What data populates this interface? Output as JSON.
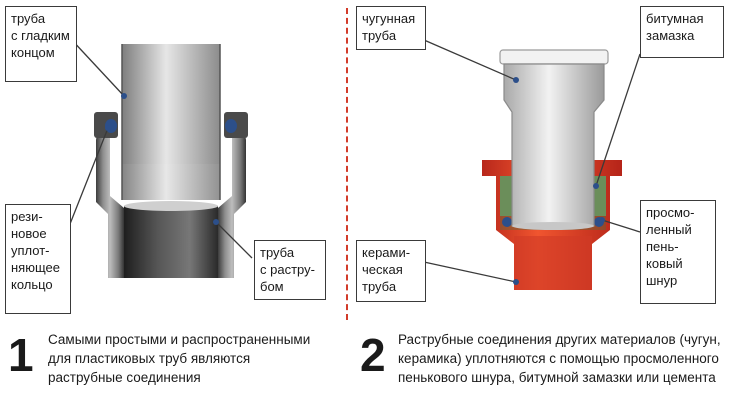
{
  "left": {
    "labels": {
      "smooth_pipe": "труба\nс гладким\nконцом",
      "rubber_ring": "рези-\nновое\nуплот-\nняющее\nкольцо",
      "socket_pipe": "труба\nс растру-\nбом"
    },
    "number": "1",
    "caption": "Самыми простыми и распространенными\nдля пластиковых труб являются\nраструбные соединения"
  },
  "right": {
    "labels": {
      "cast_iron": "чугунная\nтруба",
      "bitumen": "битумная\nзамазка",
      "ceramic": "керами-\nческая\nтруба",
      "hemp_cord": "просмо-\nленный\nпень-\nковый\nшнур"
    },
    "number": "2",
    "caption": "Раструбные соединения других материалов (чугун,\nкерамика) уплотняются с помощью просмоленного\nпенькового шнура, битумной замазки или цемента"
  },
  "colors": {
    "accent_red": "#d23b2a",
    "gasket_blue": "#2c4f8a",
    "ceramic_red": "#e0402a",
    "pipe_grey": "#c9c9c9"
  }
}
